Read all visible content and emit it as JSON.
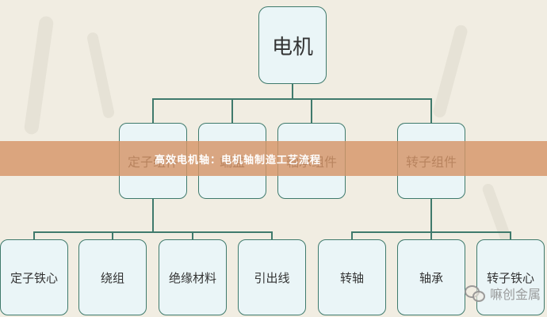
{
  "diagram": {
    "root": "电机",
    "groups": [
      {
        "label": "定子组件",
        "children": [
          "定子铁心",
          "绕组",
          "绝缘材料",
          "引出线"
        ]
      },
      {
        "label": "端盖"
      },
      {
        "label": "轴承组件"
      },
      {
        "label": "转子组件",
        "children": [
          "转轴",
          "轴承",
          "转子铁心"
        ]
      }
    ]
  },
  "banner": {
    "title": "高效电机轴：电机轴制造工艺流程"
  },
  "watermark": {
    "text": "嘛创金属",
    "icon": "wechat-icon"
  },
  "colors": {
    "background": "#f1ede2",
    "node_fill": "#eaf5f7",
    "node_border": "#3f7a6c",
    "connector": "#3f7a6c",
    "banner": "#d69568"
  }
}
